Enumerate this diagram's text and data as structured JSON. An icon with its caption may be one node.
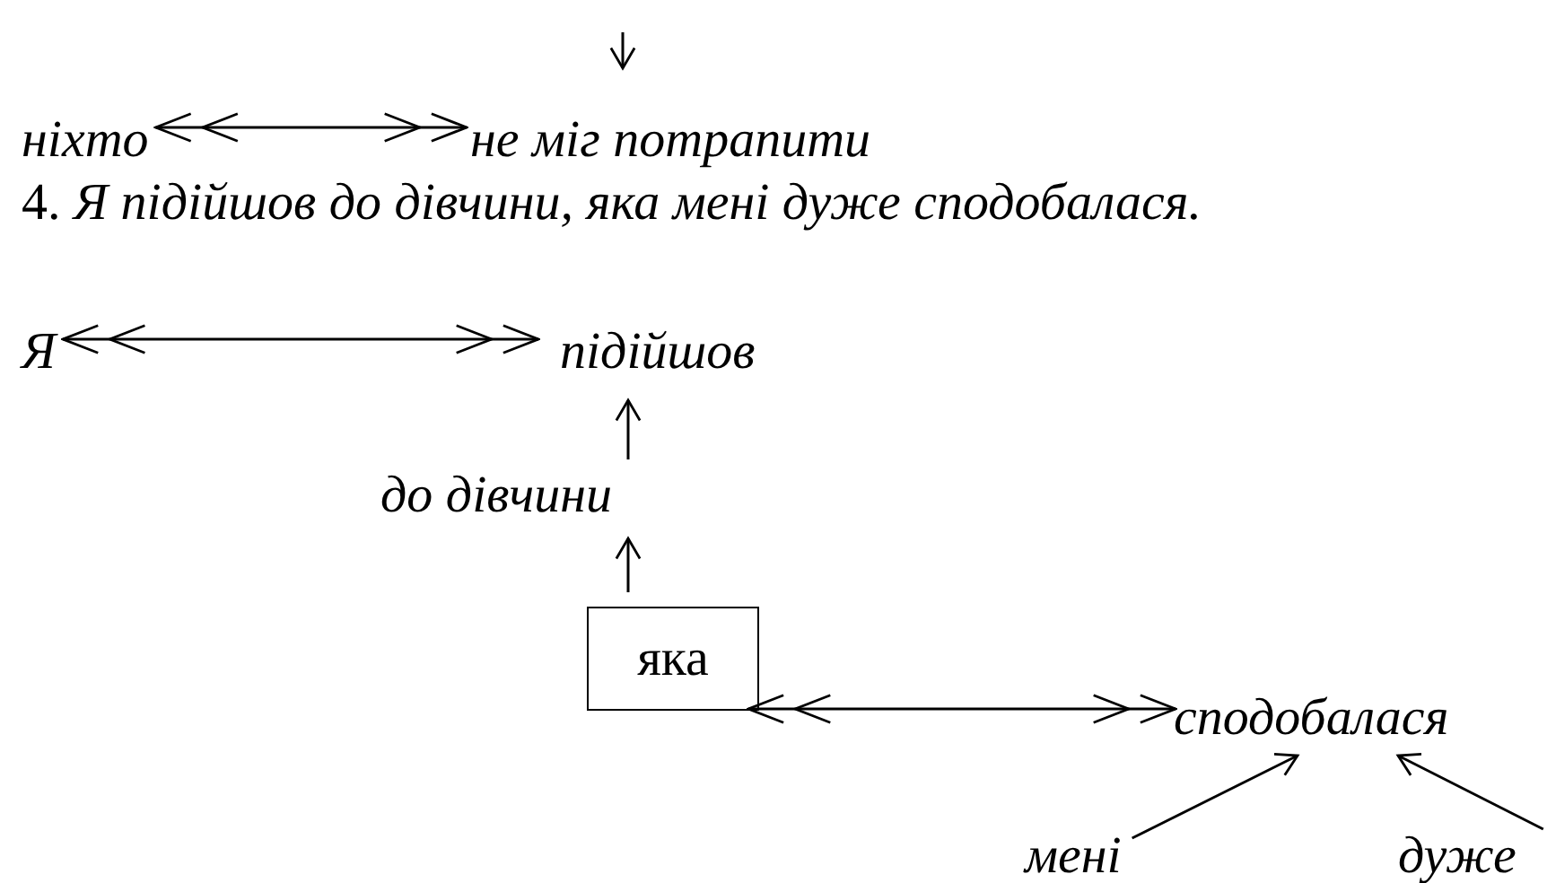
{
  "diagram": {
    "nodes": [
      {
        "text": [
          "ніхто"
        ]
      },
      {
        "text": [
          "не міг потрапити"
        ]
      },
      {
        "text": [
          "Я"
        ]
      },
      {
        "text": [
          "підійшов"
        ]
      },
      {
        "text": [
          "до дівчини"
        ]
      },
      {
        "text": [
          "яка"
        ]
      },
      {
        "text": [
          "сподобалася"
        ]
      },
      {
        "text": [
          "мені"
        ]
      },
      {
        "text": [
          "дуже"
        ]
      }
    ],
    "edges": [
      {
        "from": null,
        "to": 1,
        "arrow": "to"
      },
      {
        "from": 0,
        "to": 1,
        "arrow": "both"
      },
      {
        "from": 2,
        "to": 3,
        "arrow": "both"
      },
      {
        "from": 4,
        "to": 3,
        "arrow": "to"
      },
      {
        "from": 5,
        "to": 4,
        "arrow": "to"
      },
      {
        "from": 5,
        "to": 6,
        "arrow": "both"
      },
      {
        "from": 7,
        "to": 6,
        "arrow": "to"
      },
      {
        "from": 8,
        "to": 6,
        "arrow": "to"
      }
    ],
    "labels": [
      "4. *Я підійшов до дівчини, яка мені дуже сподобалася.*"
    ]
  }
}
